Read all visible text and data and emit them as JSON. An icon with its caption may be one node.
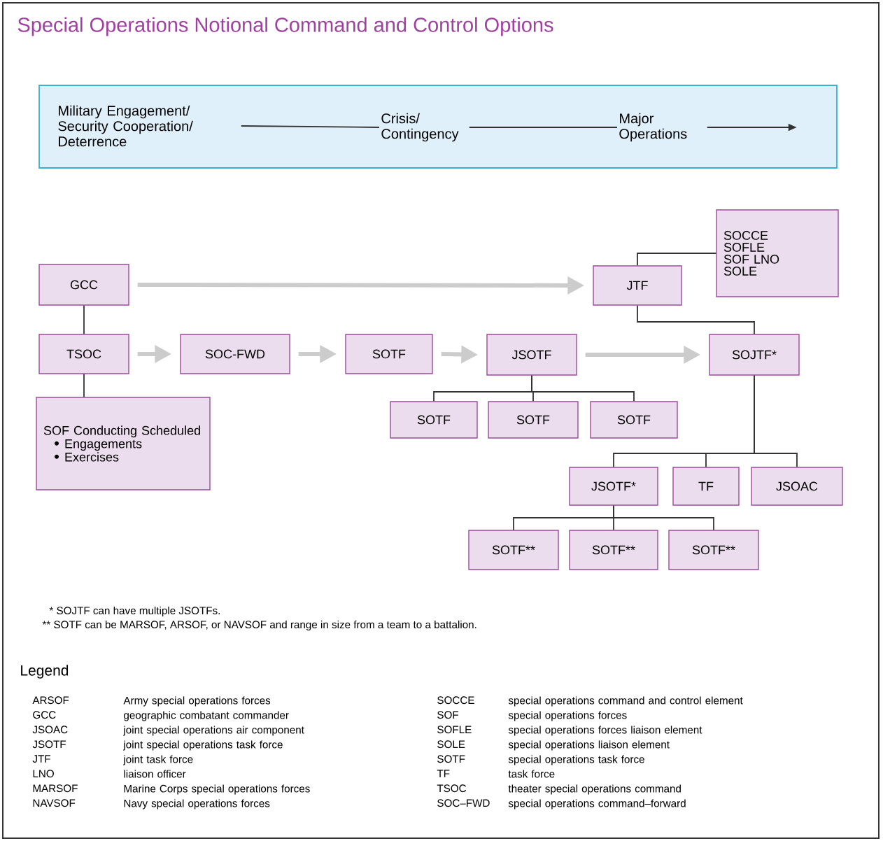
{
  "diagram": {
    "title": "Special Operations Notional Command and Control Options",
    "nodes": [
      {
        "text": [],
        "shape": "box"
      },
      {
        "text": [
          "Military Engagement/ Security Cooperation/ Deterrence"
        ],
        "in": 0
      },
      {
        "text": [
          "Crisis/ Contingency"
        ],
        "in": 0
      },
      {
        "text": [
          "Major Operations"
        ],
        "in": 0
      },
      {
        "text": [
          "GCC"
        ]
      },
      {
        "text": [
          "JTF"
        ]
      },
      {
        "text": [
          "SOCCE",
          "SOFLE",
          "SOF LNO",
          "SOLE"
        ]
      },
      {
        "text": [
          "TSOC"
        ]
      },
      {
        "text": [
          "SOC-FWD"
        ]
      },
      {
        "text": [
          "SOTF"
        ]
      },
      {
        "text": [
          "JSOTF"
        ]
      },
      {
        "text": [
          "SOJTF*"
        ]
      },
      {
        "text": [
          "SOF Conducting Scheduled",
          "Engagements",
          "Exercises"
        ]
      },
      {
        "text": [
          "SOTF"
        ]
      },
      {
        "text": [
          "SOTF"
        ]
      },
      {
        "text": [
          "SOTF"
        ]
      },
      {
        "text": [
          "JSOTF*"
        ]
      },
      {
        "text": [
          "TF"
        ]
      },
      {
        "text": [
          "JSOAC"
        ]
      },
      {
        "text": [
          "SOTF**"
        ]
      },
      {
        "text": [
          "SOTF**"
        ]
      },
      {
        "text": [
          "SOTF**"
        ]
      }
    ],
    "edges": [
      {
        "from": 1,
        "to": 2,
        "arrow": "none"
      },
      {
        "from": 2,
        "to": 3,
        "arrow": "none"
      },
      {
        "from": 3,
        "to": null,
        "arrow": "to"
      },
      {
        "from": 4,
        "to": 5,
        "arrow": "to",
        "style": "thick",
        "color": "#cccccc"
      },
      {
        "from": 5,
        "to": 6,
        "arrow": "none"
      },
      {
        "from": 4,
        "to": 7,
        "arrow": "none"
      },
      {
        "from": 5,
        "to": 11,
        "arrow": "none"
      },
      {
        "from": 7,
        "to": 12,
        "arrow": "none"
      },
      {
        "from": 7,
        "to": 8,
        "arrow": "to",
        "style": "thick",
        "color": "#cccccc"
      },
      {
        "from": 8,
        "to": 9,
        "arrow": "to",
        "style": "thick",
        "color": "#cccccc"
      },
      {
        "from": 9,
        "to": 10,
        "arrow": "to",
        "style": "thick",
        "color": "#cccccc"
      },
      {
        "from": 10,
        "to": 11,
        "arrow": "to",
        "style": "thick",
        "color": "#cccccc"
      },
      {
        "from": 10,
        "to": 13,
        "arrow": "none"
      },
      {
        "from": 10,
        "to": 14,
        "arrow": "none"
      },
      {
        "from": 10,
        "to": 15,
        "arrow": "none"
      },
      {
        "from": 11,
        "to": 16,
        "arrow": "none"
      },
      {
        "from": 11,
        "to": 17,
        "arrow": "none"
      },
      {
        "from": 11,
        "to": 18,
        "arrow": "none"
      },
      {
        "from": 16,
        "to": 19,
        "arrow": "none"
      },
      {
        "from": 16,
        "to": 20,
        "arrow": "none"
      },
      {
        "from": 16,
        "to": 21,
        "arrow": "none"
      }
    ],
    "labels": [
      "* SOJTF can have multiple JSOTFs.",
      "** SOTF can be MARSOF, ARSOF, or NAVSOF and range in size from a team to a battalion.",
      "Legend",
      "ARSOF",
      "Army special operations forces",
      "SOCCE",
      "special operations command and control element",
      "GCC",
      "geographic combatant commander",
      "SOF",
      "special operations forces",
      "JSOAC",
      "joint special operations air component",
      "SOFLE",
      "special operations forces liaison element",
      "JSOTF",
      "joint special operations task force",
      "SOLE",
      "special operations liaison element",
      "JTF",
      "joint task force",
      "SOTF",
      "special operations task force",
      "LNO",
      "liaison officer",
      "TF",
      "task force",
      "MARSOF",
      "Marine Corps special operations forces",
      "TSOC",
      "theater special operations command",
      "NAVSOF",
      "Navy special operations forces",
      "SOC–FWD",
      "special operations command–forward"
    ]
  }
}
